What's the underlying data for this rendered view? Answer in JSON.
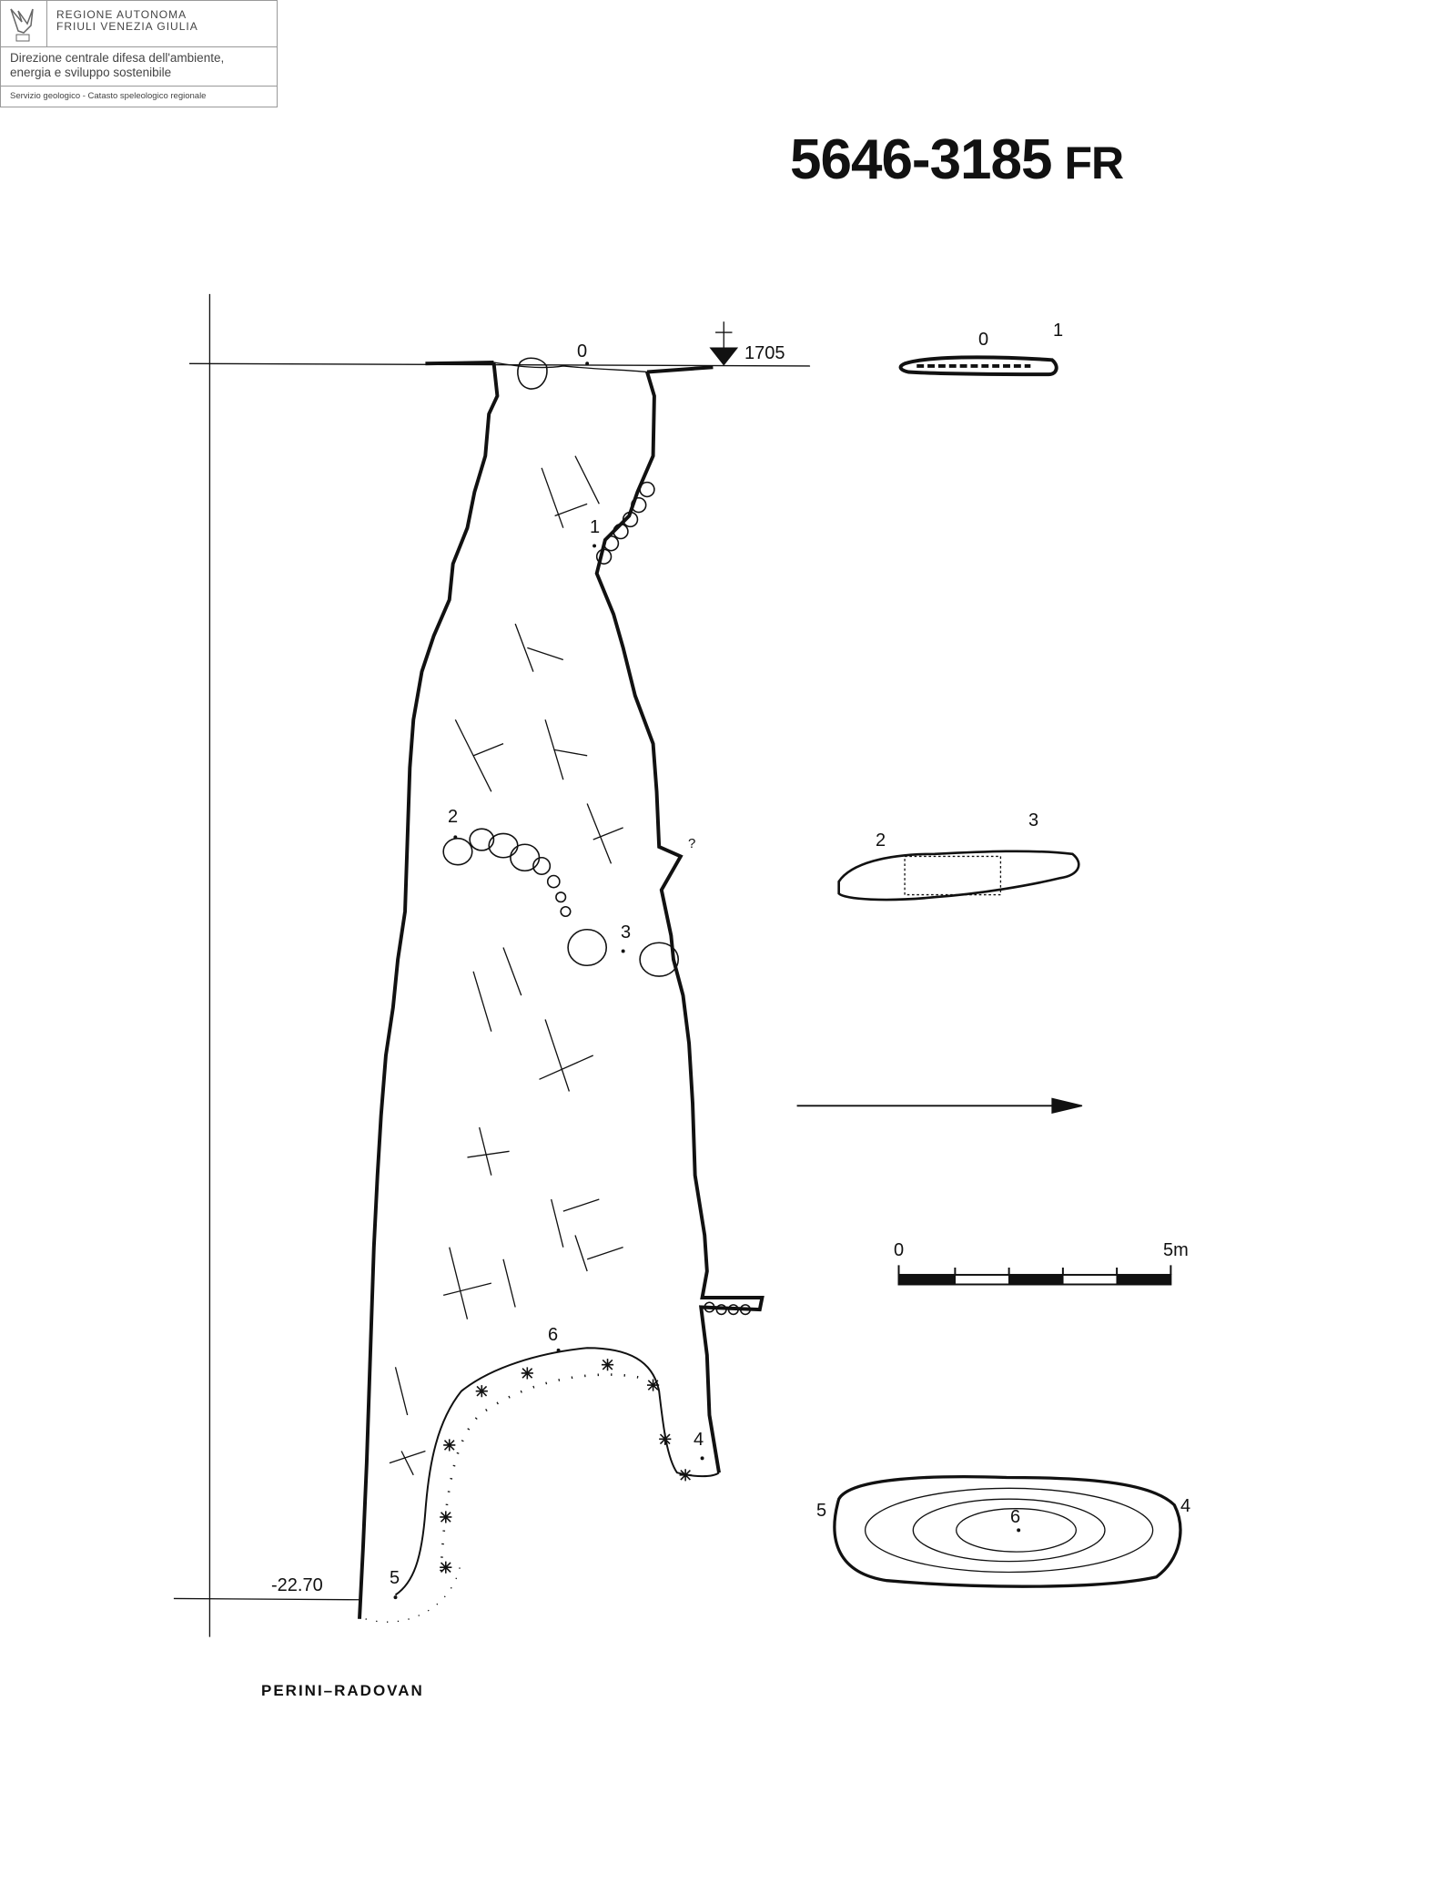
{
  "header": {
    "region_line1": "REGIONE AUTONOMA",
    "region_line2": "FRIULI VENEZIA GIULIA",
    "direction_line1": "Direzione centrale difesa dell'ambiente,",
    "direction_line2": "energia e sviluppo sostenibile",
    "service": "Servizio geologico - Catasto speleologico regionale"
  },
  "title": {
    "code": "5646-3185",
    "suffix": "FR"
  },
  "survey": {
    "entrance_altitude": "1705",
    "bottom_depth": "-22.70",
    "point_labels": [
      "0",
      "1",
      "2",
      "3",
      "4",
      "5",
      "6"
    ],
    "unknown_mark": "?",
    "plan_labels": {
      "top": [
        "0",
        "1"
      ],
      "middle": [
        "2",
        "3"
      ],
      "bottom": [
        "5",
        "6",
        "4"
      ]
    },
    "scale": {
      "start": "0",
      "end": "5m"
    }
  },
  "authors": "PERINI–RADOVAN"
}
